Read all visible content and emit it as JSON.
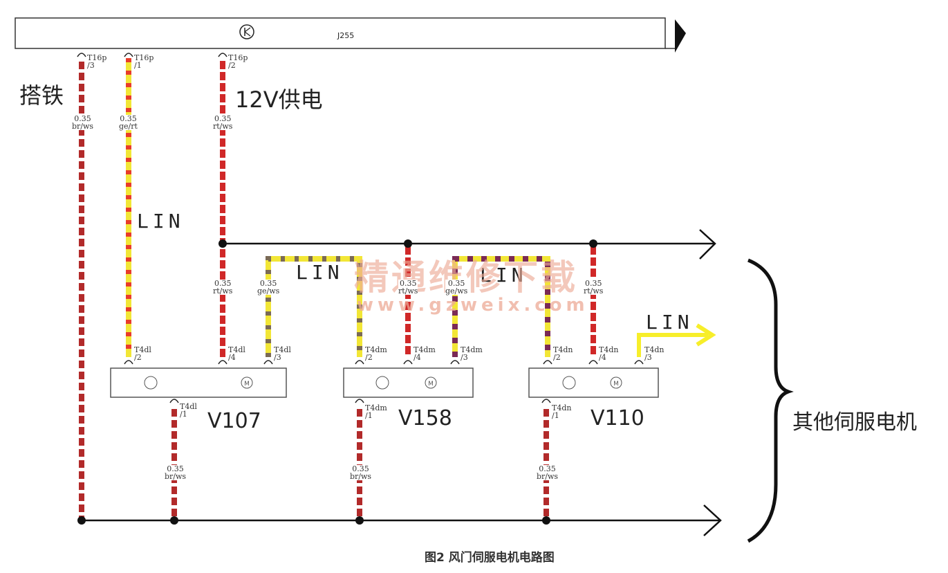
{
  "header_unit": {
    "name": "J255"
  },
  "labels": {
    "ground": "搭铁",
    "supply": "12V供电",
    "lin": "LIN",
    "other_servos": "其他伺服电机",
    "caption": "图2  风门伺服电机电路图"
  },
  "watermark": {
    "line1": "精通维修下载",
    "line2": "www.gzweix.com"
  },
  "connectors": {
    "j255_gnd": "T16p\n/3",
    "j255_lin": "T16p\n/1",
    "j255_pwr": "T16p\n/2",
    "v107_lin_in": "T4dl\n/2",
    "v107_pwr": "T4dl\n/4",
    "v107_lin_out": "T4dl\n/3",
    "v107_gnd": "T4dl\n/1",
    "v158_lin_in": "T4dm\n/2",
    "v158_pwr": "T4dm\n/4",
    "v158_lin_out": "T4dm\n/3",
    "v158_gnd": "T4dm\n/1",
    "v110_lin_in": "T4dn\n/2",
    "v110_pwr": "T4dn\n/4",
    "v110_lin_out": "T4dn\n/3",
    "v110_gnd": "T4dn\n/1"
  },
  "wires": {
    "gnd_main": "0.35\nbr/ws",
    "lin_main": "0.35\nge/rt",
    "pwr_main": "0.35\nrt/ws",
    "v107_pwr": "0.35\nrt/ws",
    "v107_lin": "0.35\nge/ws",
    "v158_pwr": "0.35\nrt/ws",
    "v158_lin": "0.35\nge/ws",
    "v110_pwr": "0.35\nrt/ws",
    "v107_gnd": "0.35\nbr/ws",
    "v158_gnd": "0.35\nbr/ws",
    "v110_gnd": "0.35\nbr/ws"
  },
  "modules": {
    "v107": "V107",
    "v158": "V158",
    "v110": "V110"
  },
  "colors": {
    "red": "#cc2a2a",
    "dark_red": "#8a1c1c",
    "yellow": "#f2e636",
    "purple": "#7a2a55",
    "line": "#111111"
  }
}
